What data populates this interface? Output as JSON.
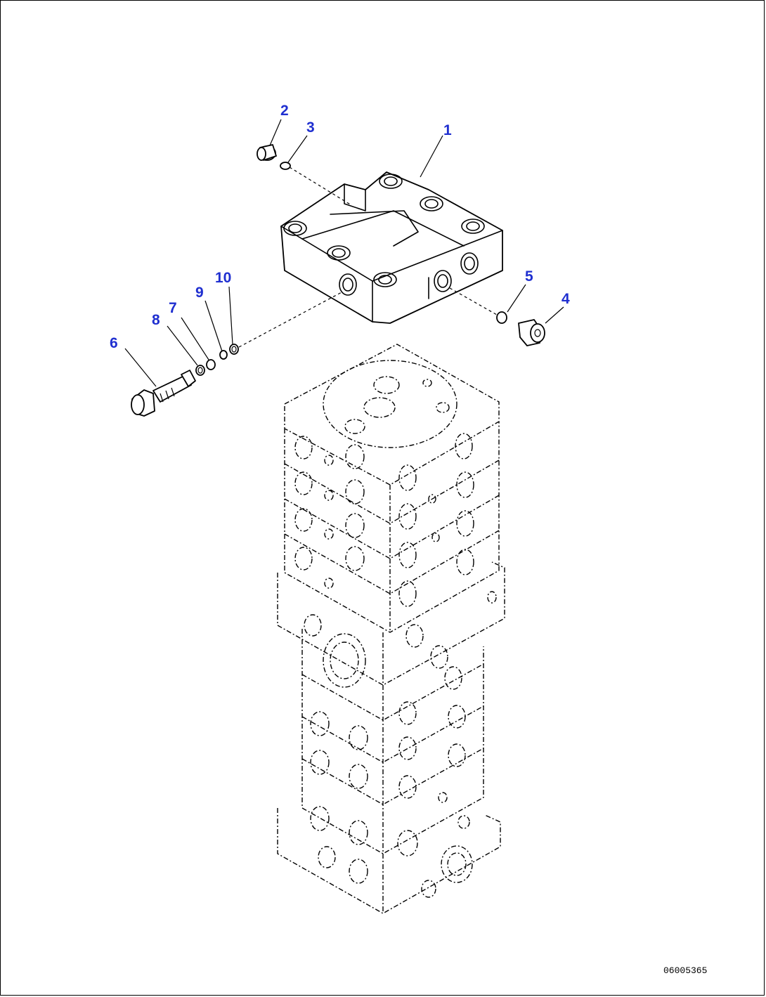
{
  "diagram": {
    "callouts": [
      {
        "id": "1",
        "label": "1"
      },
      {
        "id": "2",
        "label": "2"
      },
      {
        "id": "3",
        "label": "3"
      },
      {
        "id": "4",
        "label": "4"
      },
      {
        "id": "5",
        "label": "5"
      },
      {
        "id": "6",
        "label": "6"
      },
      {
        "id": "7",
        "label": "7"
      },
      {
        "id": "8",
        "label": "8"
      },
      {
        "id": "9",
        "label": "9"
      },
      {
        "id": "10",
        "label": "10"
      }
    ],
    "drawing_number": "06005365",
    "colors": {
      "callout": "#1f2fd0",
      "line": "#000000",
      "background": "#ffffff"
    }
  }
}
